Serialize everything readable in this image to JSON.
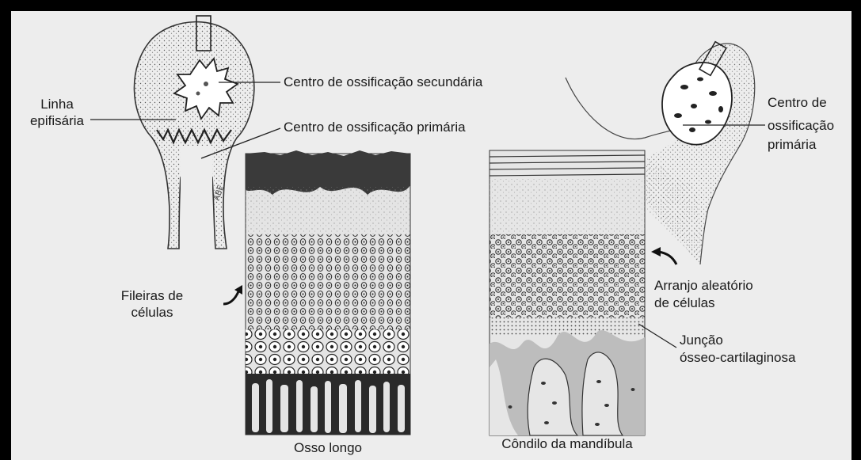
{
  "labels": {
    "secondary_center": "Centro de ossificação secundária",
    "epiphyseal_line_1": "Linha",
    "epiphyseal_line_2": "epifisária",
    "primary_center_left": "Centro de ossificação primária",
    "primary_center_right_1": "Centro de",
    "primary_center_right_2": "ossificação",
    "primary_center_right_3": "primária",
    "cell_rows_1": "Fileiras de",
    "cell_rows_2": "células",
    "random_arrangement_1": "Arranjo aleatório",
    "random_arrangement_2": "de células",
    "junction_1": "Junção",
    "junction_2": "ósseo-cartilaginosa",
    "long_bone": "Osso longo",
    "mandible_condyle": "Côndilo da mandíbula",
    "signature": "ABE"
  },
  "colors": {
    "background": "#ededed",
    "frame": "#000000",
    "ink": "#1a1a1a"
  }
}
